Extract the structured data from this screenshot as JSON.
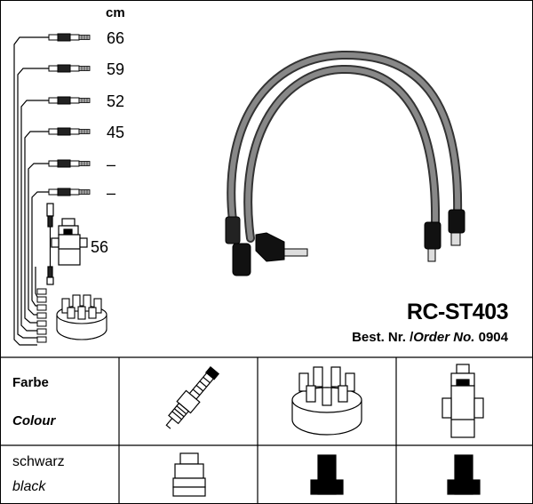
{
  "diagram": {
    "unit_label": "cm",
    "lengths": [
      "66",
      "59",
      "52",
      "45",
      "–",
      "–",
      "56"
    ],
    "product_code": "RC-ST403",
    "order_prefix": "Best. Nr. /",
    "order_label_en": "Order No.",
    "order_number": "0904"
  },
  "table": {
    "header_de": "Farbe",
    "header_en": "Colour",
    "color_de": "schwarz",
    "color_en": "black",
    "columns": [
      "spark-plug",
      "distributor-cap",
      "ignition-coil"
    ]
  },
  "colors": {
    "line": "#000000",
    "cable": "#555555",
    "cable_fill": "#7a7a7a"
  }
}
